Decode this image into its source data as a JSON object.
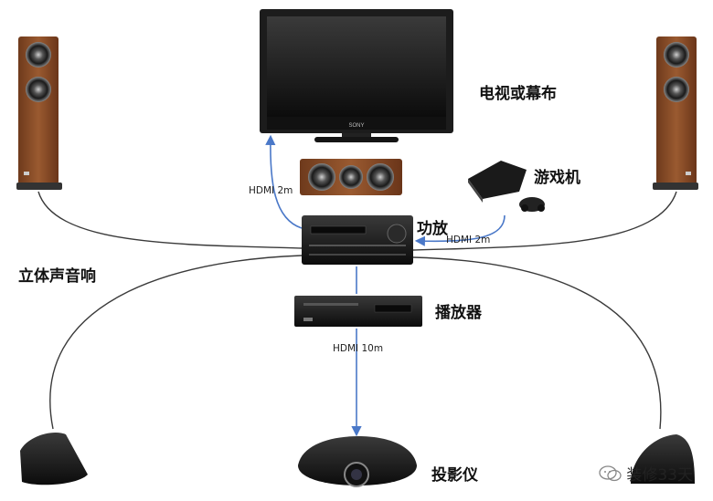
{
  "labels": {
    "tv": "电视或幕布",
    "game_console": "游戏机",
    "amplifier": "功放",
    "surround_sound": "立体声音响",
    "player": "播放器",
    "projector": "投影仪"
  },
  "cables": {
    "tv_link": "HDMI 2m",
    "game_link": "HDMI 2m",
    "projector_link": "HDMI 10m"
  },
  "watermark": {
    "text": "装修33天"
  },
  "device_brands": {
    "tv": "SONY"
  },
  "colors": {
    "arrow": "#4a78c8",
    "cable": "#3a3a3a",
    "wood": "#8b4f2a"
  }
}
